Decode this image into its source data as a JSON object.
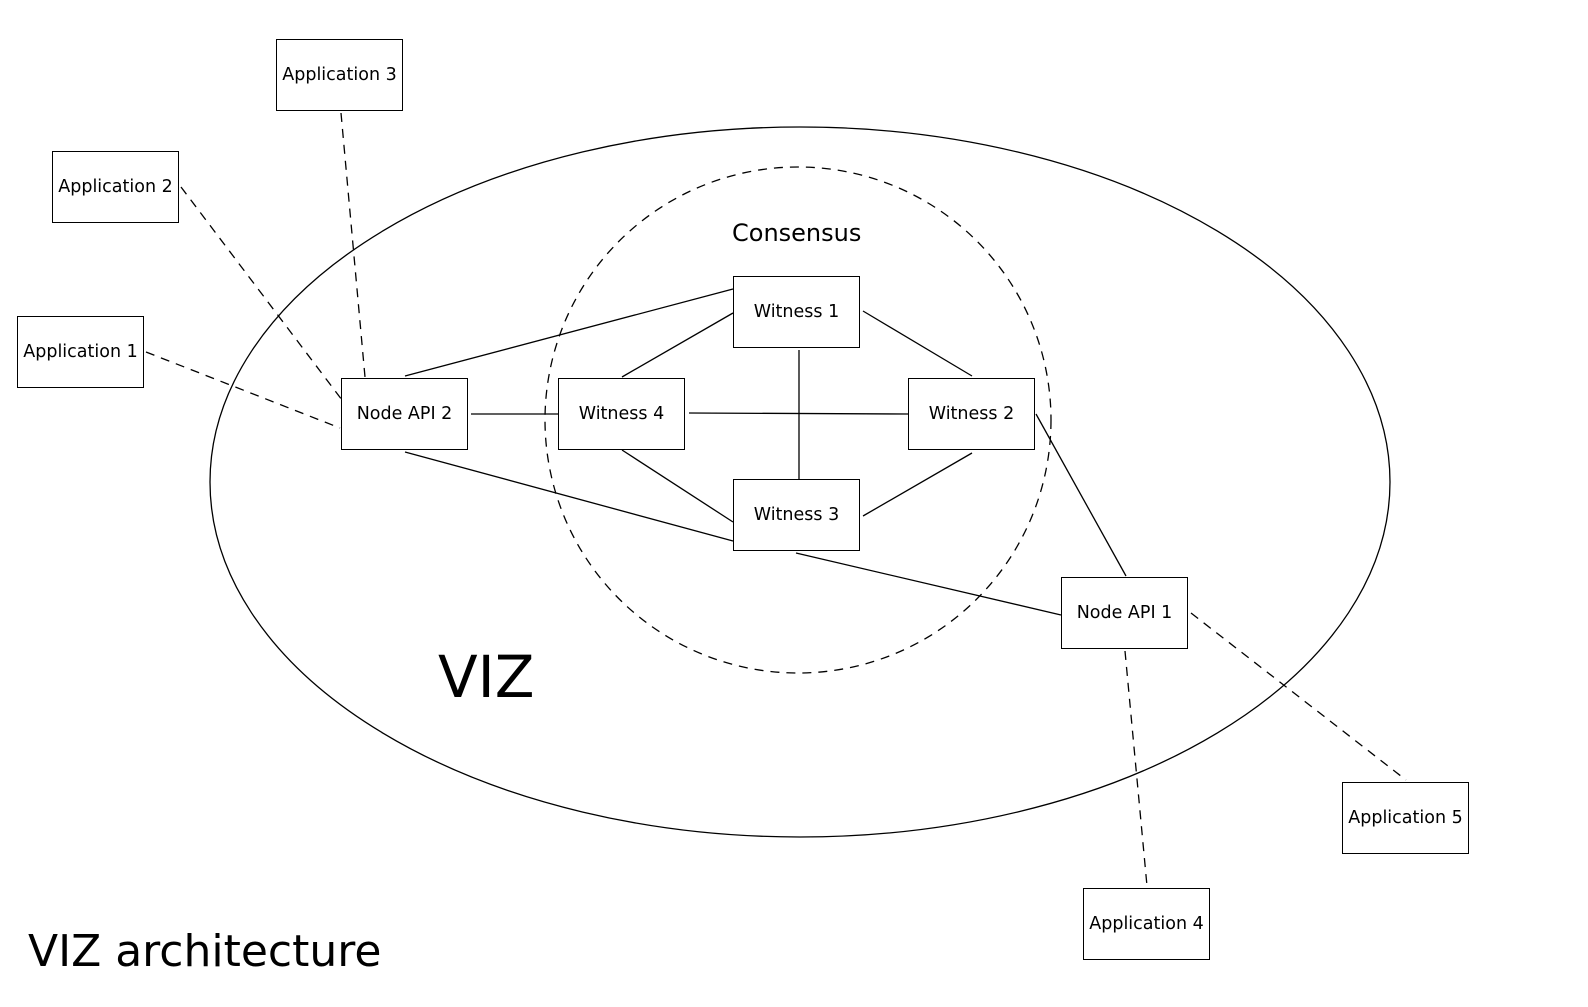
{
  "title": "VIZ architecture",
  "network_label": "VIZ",
  "consensus_label": "Consensus",
  "nodes": {
    "app1": "Application 1",
    "app2": "Application 2",
    "app3": "Application 3",
    "app4": "Application 4",
    "app5": "Application 5",
    "api1": "Node API 1",
    "api2": "Node API 2",
    "w1": "Witness 1",
    "w2": "Witness 2",
    "w3": "Witness 3",
    "w4": "Witness 4"
  },
  "connections": [
    {
      "from": "w1",
      "to": "w4",
      "style": "solid"
    },
    {
      "from": "w1",
      "to": "w2",
      "style": "solid"
    },
    {
      "from": "w1",
      "to": "w3",
      "style": "solid"
    },
    {
      "from": "w4",
      "to": "w2",
      "style": "solid"
    },
    {
      "from": "w4",
      "to": "w3",
      "style": "solid"
    },
    {
      "from": "w2",
      "to": "w3",
      "style": "solid"
    },
    {
      "from": "api2",
      "to": "w4",
      "style": "solid"
    },
    {
      "from": "api2",
      "to": "w1",
      "style": "solid"
    },
    {
      "from": "api2",
      "to": "w3",
      "style": "solid"
    },
    {
      "from": "w2",
      "to": "api1",
      "style": "solid"
    },
    {
      "from": "w3",
      "to": "api1",
      "style": "solid"
    },
    {
      "from": "app1",
      "to": "api2",
      "style": "dashed"
    },
    {
      "from": "app2",
      "to": "api2",
      "style": "dashed"
    },
    {
      "from": "app3",
      "to": "api2",
      "style": "dashed"
    },
    {
      "from": "api1",
      "to": "app5",
      "style": "dashed"
    },
    {
      "from": "api1",
      "to": "app4",
      "style": "dashed"
    }
  ]
}
